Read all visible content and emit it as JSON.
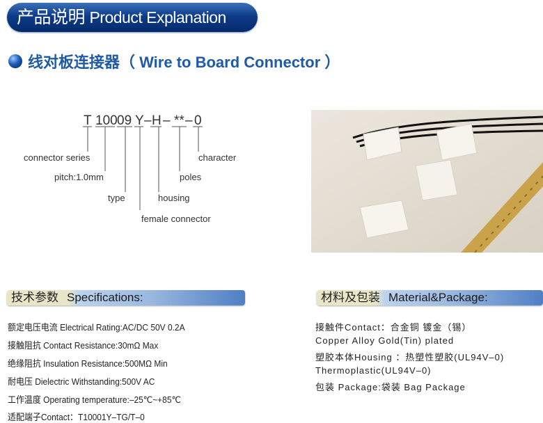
{
  "banner": {
    "cn": "产品说明",
    "en": "Product Explanation"
  },
  "subtitle": "线对板连接器（ Wire to Board Connector ）",
  "code": {
    "segments": [
      "T",
      "100",
      "09",
      "Y",
      "H",
      "**",
      "0"
    ],
    "dash": "–"
  },
  "code_labels": [
    "connector series",
    "pitch:1.0mm",
    "type",
    "female connector",
    "housing",
    "poles",
    "character"
  ],
  "specs": {
    "header_cn": "技术参数",
    "header_en": "Specifications:",
    "items": [
      "额定电压电流 Electrical Rating:AC/DC 50V 0.2A",
      "接触阻抗 Contact Resistance:30mΩ Max",
      "绝缘阻抗 Insulation Resistance:500MΩ Min",
      "耐电压 Dielectric Withstanding:500V AC",
      "工作温度 Operating temperature:–25℃~+85℃",
      "适配端子Contact：T10001Y–TG/T–0"
    ]
  },
  "material": {
    "header_cn": "材料及包装",
    "header_en": "Material&Package:",
    "items": [
      "接触件Contact：合金铜 镀金（锡）",
      "Copper Alloy Gold(Tin) plated",
      "塑胶本体Housing ：热塑性塑胶(UL94V–0)",
      "Thermoplastic(UL94V–0)",
      "包装 Package:袋装 Bag Package"
    ]
  }
}
